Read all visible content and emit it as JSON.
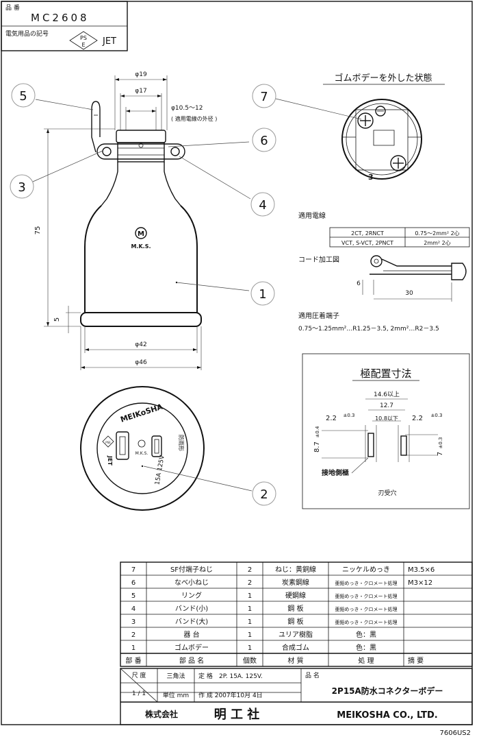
{
  "header": {
    "part_number_label": "品 番",
    "part_number": "MC2608",
    "symbol_label": "電気用品の記号",
    "pse_top": "PS",
    "pse_bottom": "E",
    "jet": "JET"
  },
  "dimensions": {
    "d19": "φ19",
    "d17": "φ17",
    "cable_range": "φ10.5～12",
    "cable_note": "( 適用電線の外径 )",
    "height": "75",
    "bottom": "5",
    "d42": "φ42",
    "d46": "φ46"
  },
  "body_mark": "M.K.S.",
  "body_logo": "M",
  "callouts": {
    "c1": "1",
    "c2": "2",
    "c3": "3",
    "c4": "4",
    "c5": "5",
    "c6": "6",
    "c7": "7"
  },
  "removed_view": {
    "title": "ゴムボデーを外した状態",
    "terminal_mark": "3"
  },
  "wire_spec": {
    "title": "適用電線",
    "rows": [
      [
        "2CT, 2RNCT",
        "0.75～2mm² 2心"
      ],
      [
        "VCT, S-VCT, 2PNCT",
        "2mm²  2心"
      ]
    ]
  },
  "cord": {
    "title": "コード加工図",
    "dim_a": "6",
    "dim_b": "30"
  },
  "crimp": {
    "title": "適用圧着端子",
    "spec": "0.75～1.25mm²…R1.25－3.5, 2mm²…R2－3.5"
  },
  "face_view": {
    "brand": "MEIKoSHA",
    "rating": "15A 125V",
    "waterproof": "防雨形",
    "mark": "M.K.S.",
    "pse": "PSE",
    "jet": "JET"
  },
  "pole": {
    "title": "極配置寸法",
    "d146": "14.6以上",
    "d127": "12.7",
    "d108": "10.8以下",
    "d22_left": "2.2",
    "d22_right": "2.2",
    "tol": "±0.3",
    "h87": "8.7",
    "tol_h": "±0.4",
    "h7": "7",
    "ground_label": "接地側極",
    "blade_label": "刃受穴"
  },
  "parts_table": {
    "header": [
      "部 番",
      "部 品 名",
      "個数",
      "材 質",
      "処 理",
      "摘 要"
    ],
    "rows": [
      [
        "7",
        "SF付端子ねじ",
        "2",
        "ねじ：黄銅線",
        "ニッケルめっき",
        "M3.5×6"
      ],
      [
        "6",
        "なべ小ねじ",
        "2",
        "炭素鋼線",
        "亜鉛めっき・クロメート処理",
        "M3×12"
      ],
      [
        "5",
        "リング",
        "1",
        "硬鋼線",
        "亜鉛めっき・クロメート処理",
        ""
      ],
      [
        "4",
        "バンド(小)",
        "1",
        "鋼 板",
        "亜鉛めっき・クロメート処理",
        ""
      ],
      [
        "3",
        "バンド(大)",
        "1",
        "鋼 板",
        "亜鉛めっき・クロメート処理",
        ""
      ],
      [
        "2",
        "器 台",
        "1",
        "ユリア樹脂",
        "色：黒",
        ""
      ],
      [
        "1",
        "ゴムボデー",
        "1",
        "合成ゴム",
        "色：黒",
        ""
      ]
    ]
  },
  "title_block": {
    "scale_label": "尺 度",
    "scale": "1 / 1",
    "projection": "三角法",
    "rating_label": "定 格",
    "rating": "2P. 15A. 125V.",
    "unit": "単位 mm",
    "created": "作 成 2007年10月 4日",
    "product_label": "品 名",
    "product": "2P15A防水コネクターボデー",
    "company_jp": "株式会社",
    "company_name": "明 工 社",
    "company_en": "MEIKOSHA CO., LTD.",
    "drawing_no": "7606US2"
  }
}
